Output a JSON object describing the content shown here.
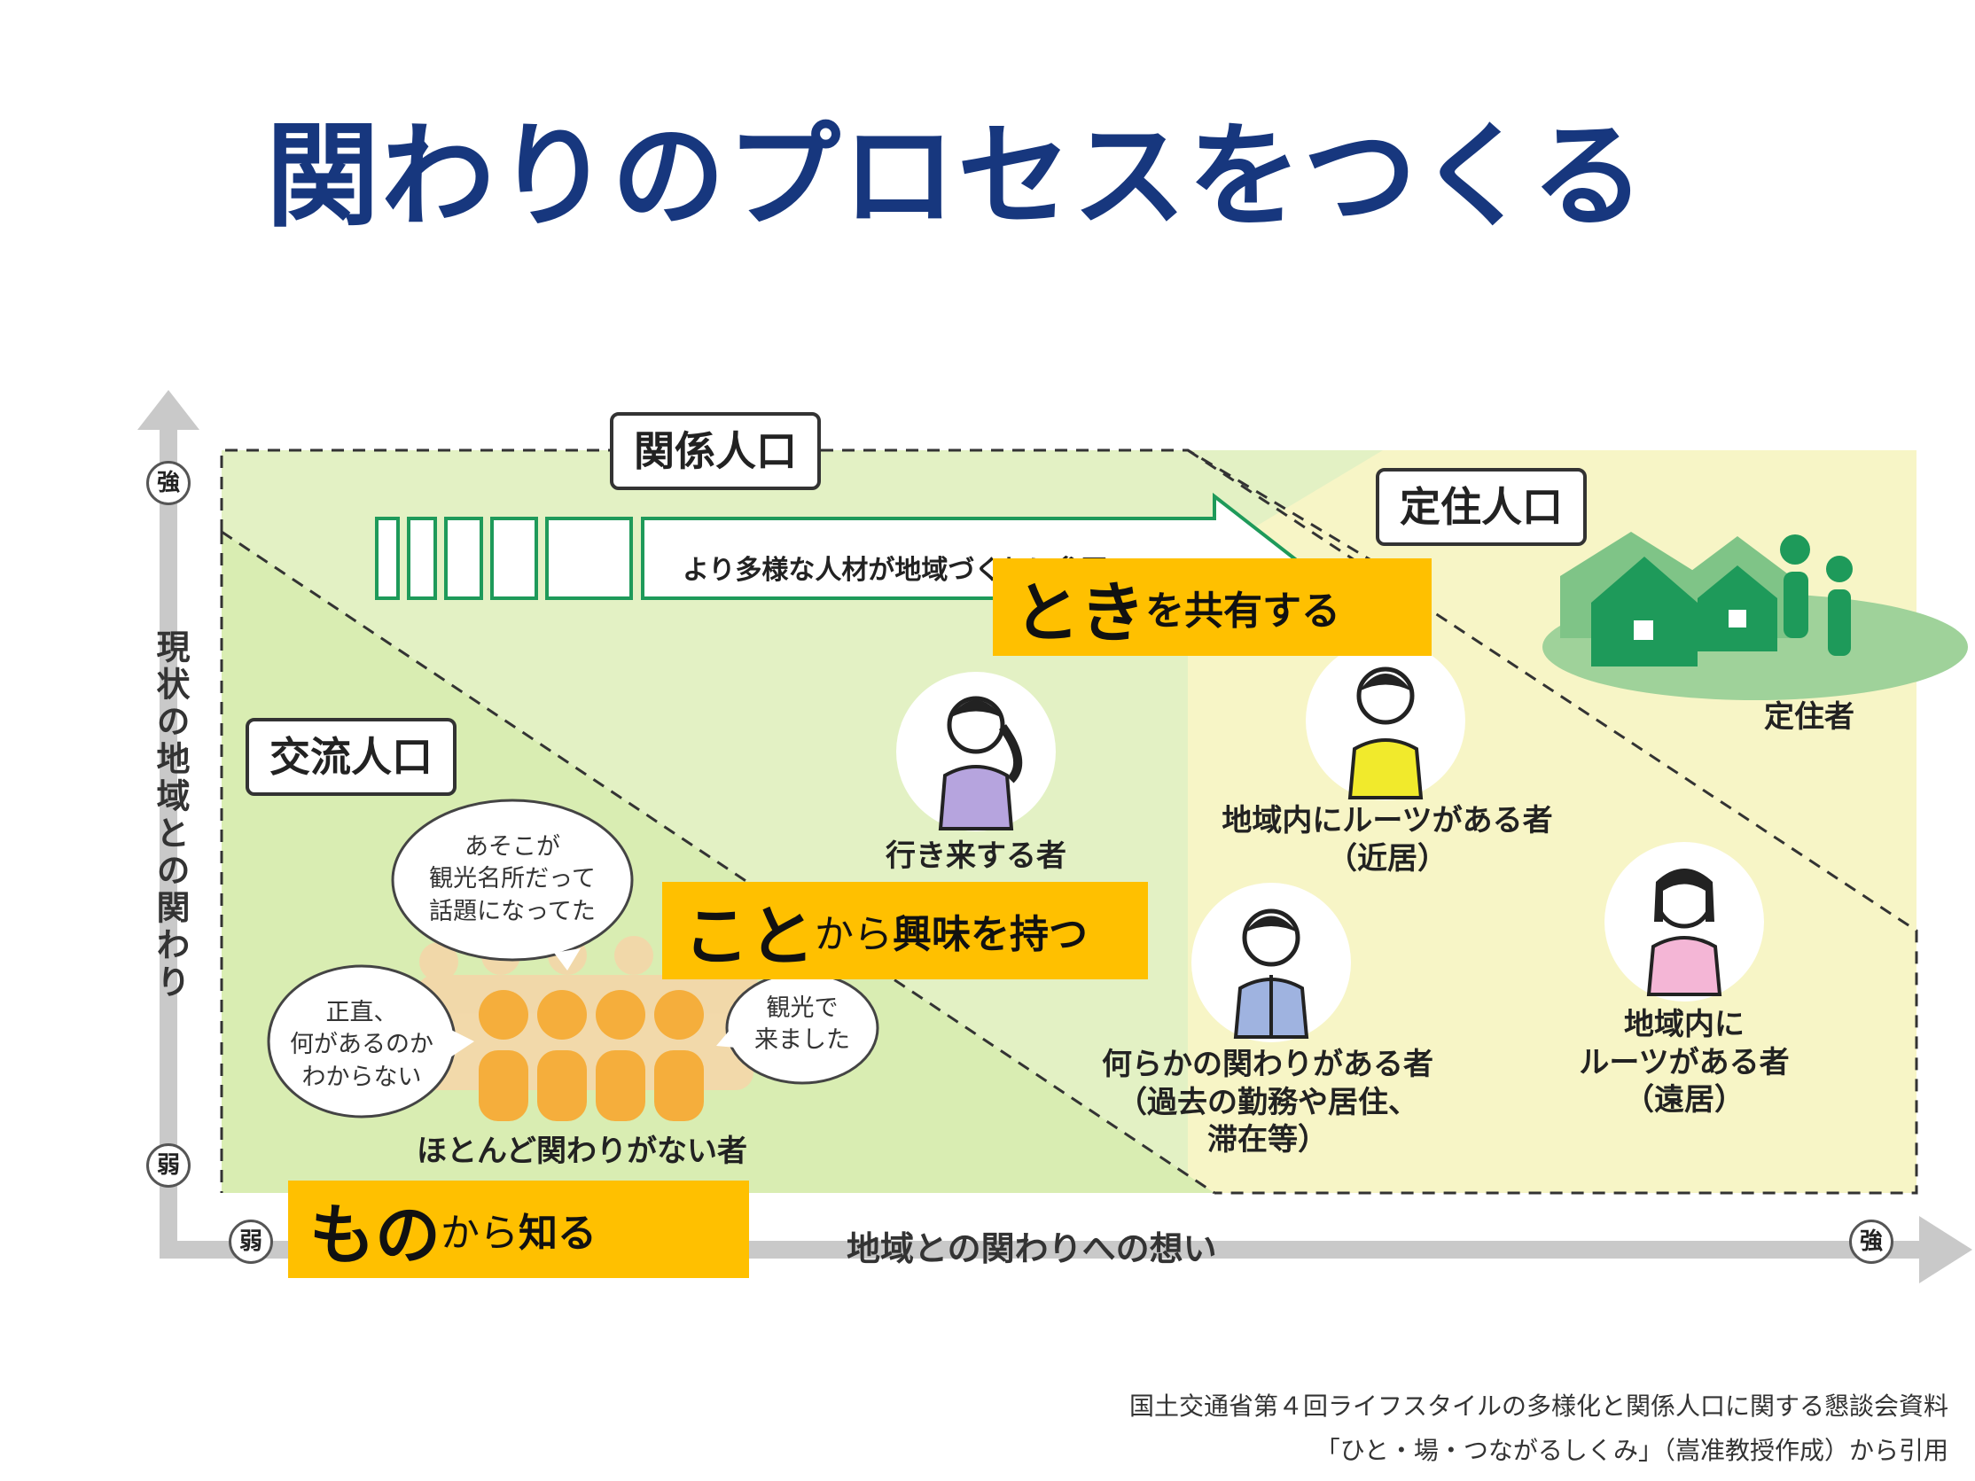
{
  "title": "関わりのプロセスをつくる",
  "diagram": {
    "zones": {
      "relation": "関係人口",
      "settled": "定住人口",
      "exchange": "交流人口"
    },
    "arrow_text": "より多様な人材が地域づくりに参画",
    "banners": {
      "toki": {
        "big": "とき",
        "small": "を共有する"
      },
      "koto": {
        "big": "こと",
        "small_thin": "から",
        "small": "興味を持つ"
      },
      "mono": {
        "big": "もの",
        "small_thin": "から",
        "small": "知る"
      }
    },
    "people": {
      "settler": "定住者",
      "roots_near": [
        "地域内にルーツがある者",
        "（近居）"
      ],
      "visitor": "行き来する者",
      "some_relation": [
        "何らかの関わりがある者",
        "（過去の勤務や居住、",
        "滞在等）"
      ],
      "roots_far": [
        "地域内に",
        "ルーツがある者",
        "（遠居）"
      ],
      "no_relation": "ほとんど関わりがない者"
    },
    "bubbles": {
      "top": [
        "あそこが",
        "観光名所だって",
        "話題になってた"
      ],
      "left": [
        "正直、",
        "何があるのか",
        "わからない"
      ],
      "right": [
        "観光で",
        "来ました"
      ]
    },
    "axes": {
      "y_label": "現状の地域との関わり",
      "x_label": "地域との関わりへの想い",
      "strong": "強",
      "weak": "弱"
    },
    "colors": {
      "green_zone": "#e3f1c4",
      "yellow_zone": "#f7f5c6",
      "banner": "#ffc000",
      "house": "#1e9a5a",
      "title": "#17377e"
    }
  },
  "source": [
    "国土交通省第４回ライフスタイルの多様化と関係人口に関する懇談会資料",
    "「ひと・場・つながるしくみ」（嵩准教授作成）から引用"
  ]
}
